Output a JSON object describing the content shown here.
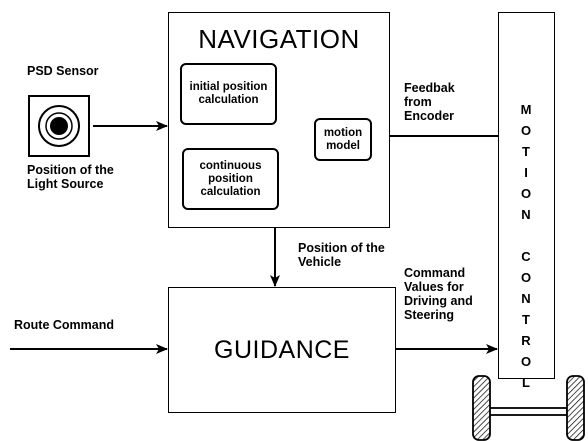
{
  "sensor": {
    "title": "PSD Sensor",
    "caption": "Position of the Light Source"
  },
  "navigation": {
    "title": "NAVIGATION",
    "initial": "initial position calculation",
    "continuous": "continuous position calculation",
    "motion_model": "motion model"
  },
  "guidance": {
    "title": "GUIDANCE"
  },
  "motion_control": {
    "letters": "MOTION CONTROL"
  },
  "labels": {
    "feedback": "Feedbak from Encoder",
    "vehicle_position": "Position of the Vehicle",
    "route_command": "Route Command",
    "command_values": "Command Values for Driving and Steering"
  }
}
